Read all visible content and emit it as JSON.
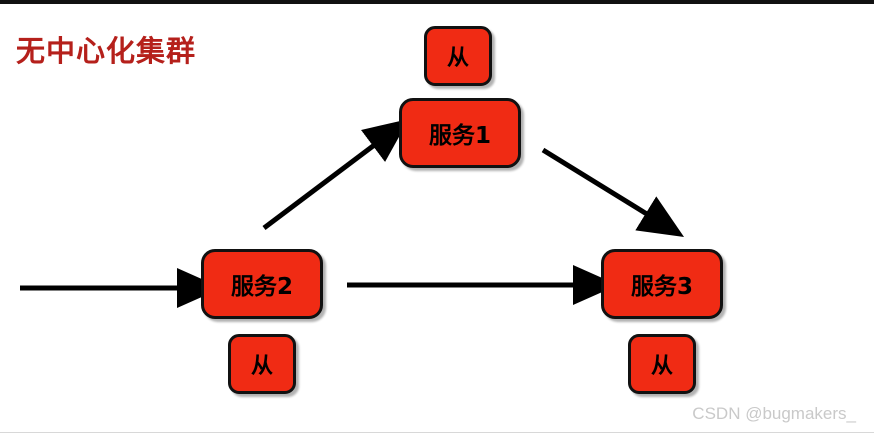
{
  "slide": {
    "title": "无中心化集群",
    "title_color": "#b5201b",
    "background": "#ffffff"
  },
  "palette": {
    "node_fill": "#f02b14",
    "node_stroke": "#111111",
    "node_text": "#000000",
    "arrow": "#000000",
    "watermark": "#c9c9c9"
  },
  "nodes": {
    "service1": {
      "label": "服务1"
    },
    "service1_slave": {
      "label": "从"
    },
    "service2": {
      "label": "服务2"
    },
    "service2_slave": {
      "label": "从"
    },
    "service3": {
      "label": "服务3"
    },
    "service3_slave": {
      "label": "从"
    }
  },
  "arrows": [
    {
      "name": "external-to-service2",
      "from": "external",
      "to": "服务2",
      "direction": "right"
    },
    {
      "name": "service2-to-service1",
      "from": "服务2",
      "to": "服务1",
      "direction": "up-right"
    },
    {
      "name": "service1-to-service3",
      "from": "服务1",
      "to": "服务3",
      "direction": "down-right"
    },
    {
      "name": "service2-to-service3",
      "from": "服务2",
      "to": "服务3",
      "direction": "right"
    }
  ],
  "watermark": {
    "text": "CSDN @bugmakers_"
  }
}
